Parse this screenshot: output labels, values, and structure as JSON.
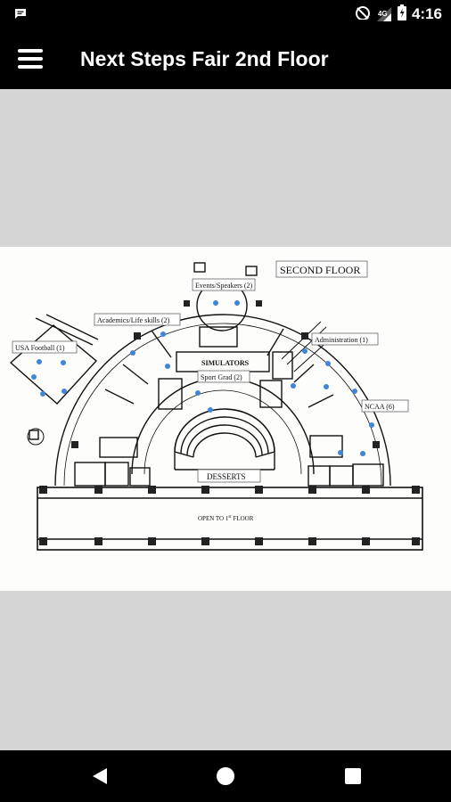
{
  "status_bar": {
    "network_label": "4G",
    "time": "4:16"
  },
  "app_bar": {
    "title": "Next Steps Fair 2nd Floor"
  },
  "floor_plan": {
    "heading": "SECOND FLOOR",
    "labels": {
      "events_speakers": "Events/Speakers (2)",
      "academics_life_skills": "Academics/Life skills (2)",
      "usa_football": "USA Football (1)",
      "administration": "Administration (1)",
      "simulators": "SIMULATORS",
      "sport_grad": "Sport Grad (2)",
      "ncaa": "NCAA (6)",
      "desserts": "DESSERTS",
      "open_to_1st_floor": "OPEN TO 1",
      "open_sup": "st",
      "open_suffix": " FLOOR"
    }
  },
  "colors": {
    "bar_background": "#000000",
    "content_background": "#d6d6d6",
    "booth_dot": "#3f86d8"
  }
}
